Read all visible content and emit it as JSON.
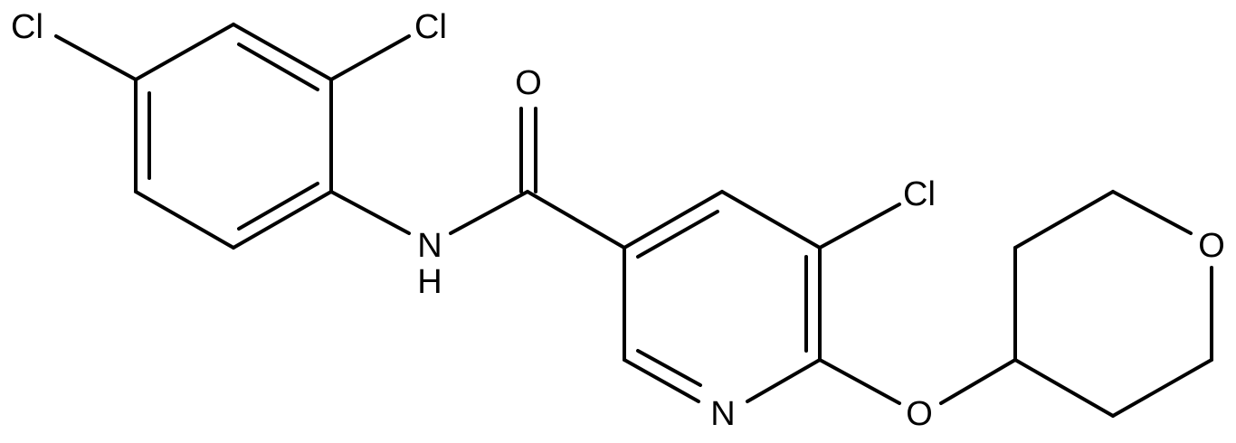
{
  "molecule": {
    "atoms": {
      "cl_aryl_4": "Cl",
      "cl_aryl_2": "Cl",
      "carbonyl_o": "O",
      "amide_n": "N",
      "amide_h": "H",
      "cl_pyridine_5": "Cl",
      "pyridine_n": "N",
      "ether_o": "O",
      "oxane_o": "O"
    }
  }
}
